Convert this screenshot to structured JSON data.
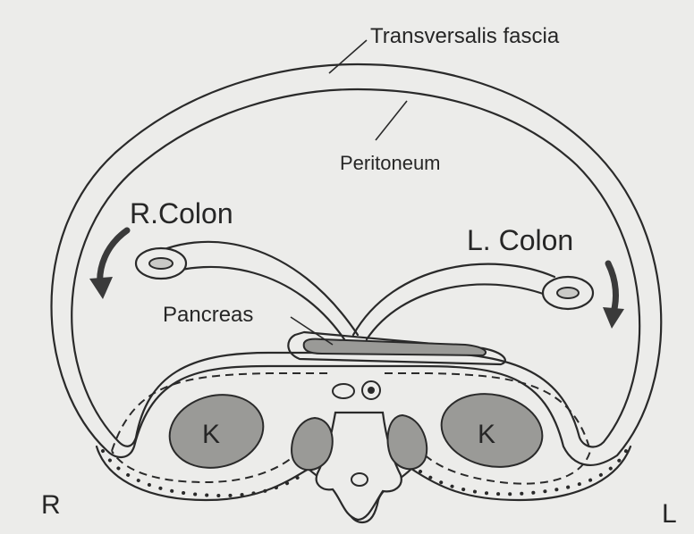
{
  "labels": {
    "transversalis_fascia": "Transversalis fascia",
    "peritoneum": "Peritoneum",
    "r_colon": "R.Colon",
    "l_colon": "L. Colon",
    "pancreas": "Pancreas",
    "kidney_right": "K",
    "kidney_left": "K",
    "side_right": "R",
    "side_left": "L"
  },
  "colors": {
    "background": "#ececea",
    "ink": "#2a2a2a",
    "organ_fill": "#9a9a97"
  }
}
